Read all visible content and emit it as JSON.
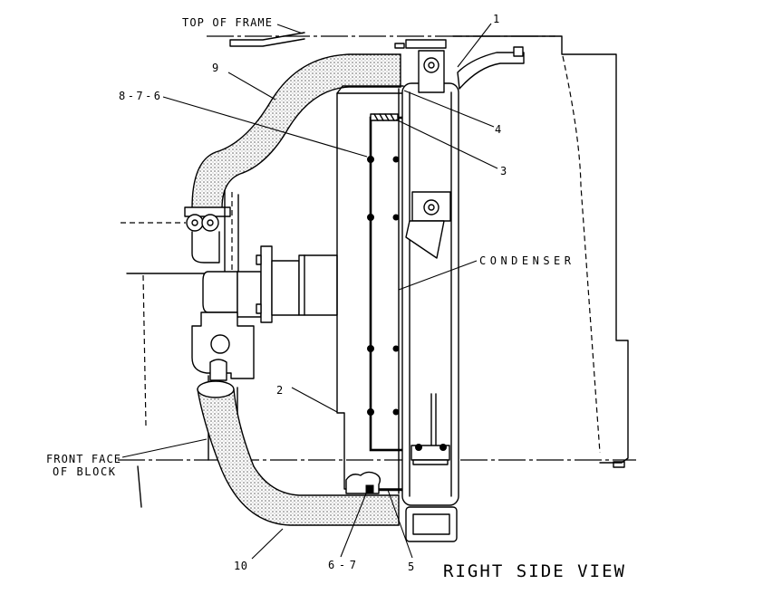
{
  "labels": {
    "top_of_frame": "TOP OF FRAME",
    "part_1": "1",
    "part_9": "9",
    "part_8_7_6": "8-7-6",
    "part_4": "4",
    "part_3": "3",
    "condenser": "CONDENSER",
    "part_2": "2",
    "front_face_line1": "FRONT FACE",
    "front_face_line2": "OF BLOCK",
    "part_10": "10",
    "part_6_7": "6-7",
    "part_5": "5"
  },
  "view_title": "RIGHT SIDE VIEW",
  "colors": {
    "line": "#000000",
    "background": "#ffffff",
    "stipple": "#777777"
  }
}
